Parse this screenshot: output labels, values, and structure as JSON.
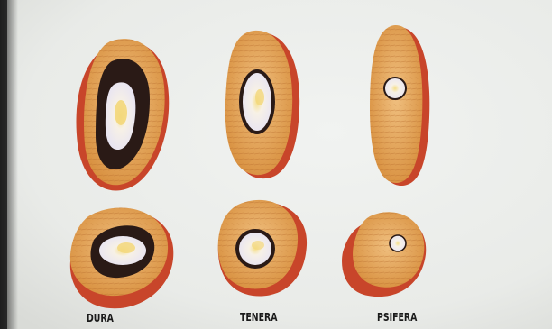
{
  "labels": {
    "dura": "DURA",
    "tenera": "TENERA",
    "psifera": "PSIFERA"
  },
  "colors": {
    "page": "#eceeeb",
    "mesocarp": "#e2a35a",
    "exocarp": "#c8452a",
    "shell": "#2a1a16",
    "kernel": "#f3f0f4",
    "kernel_center": "#f2d37a"
  }
}
